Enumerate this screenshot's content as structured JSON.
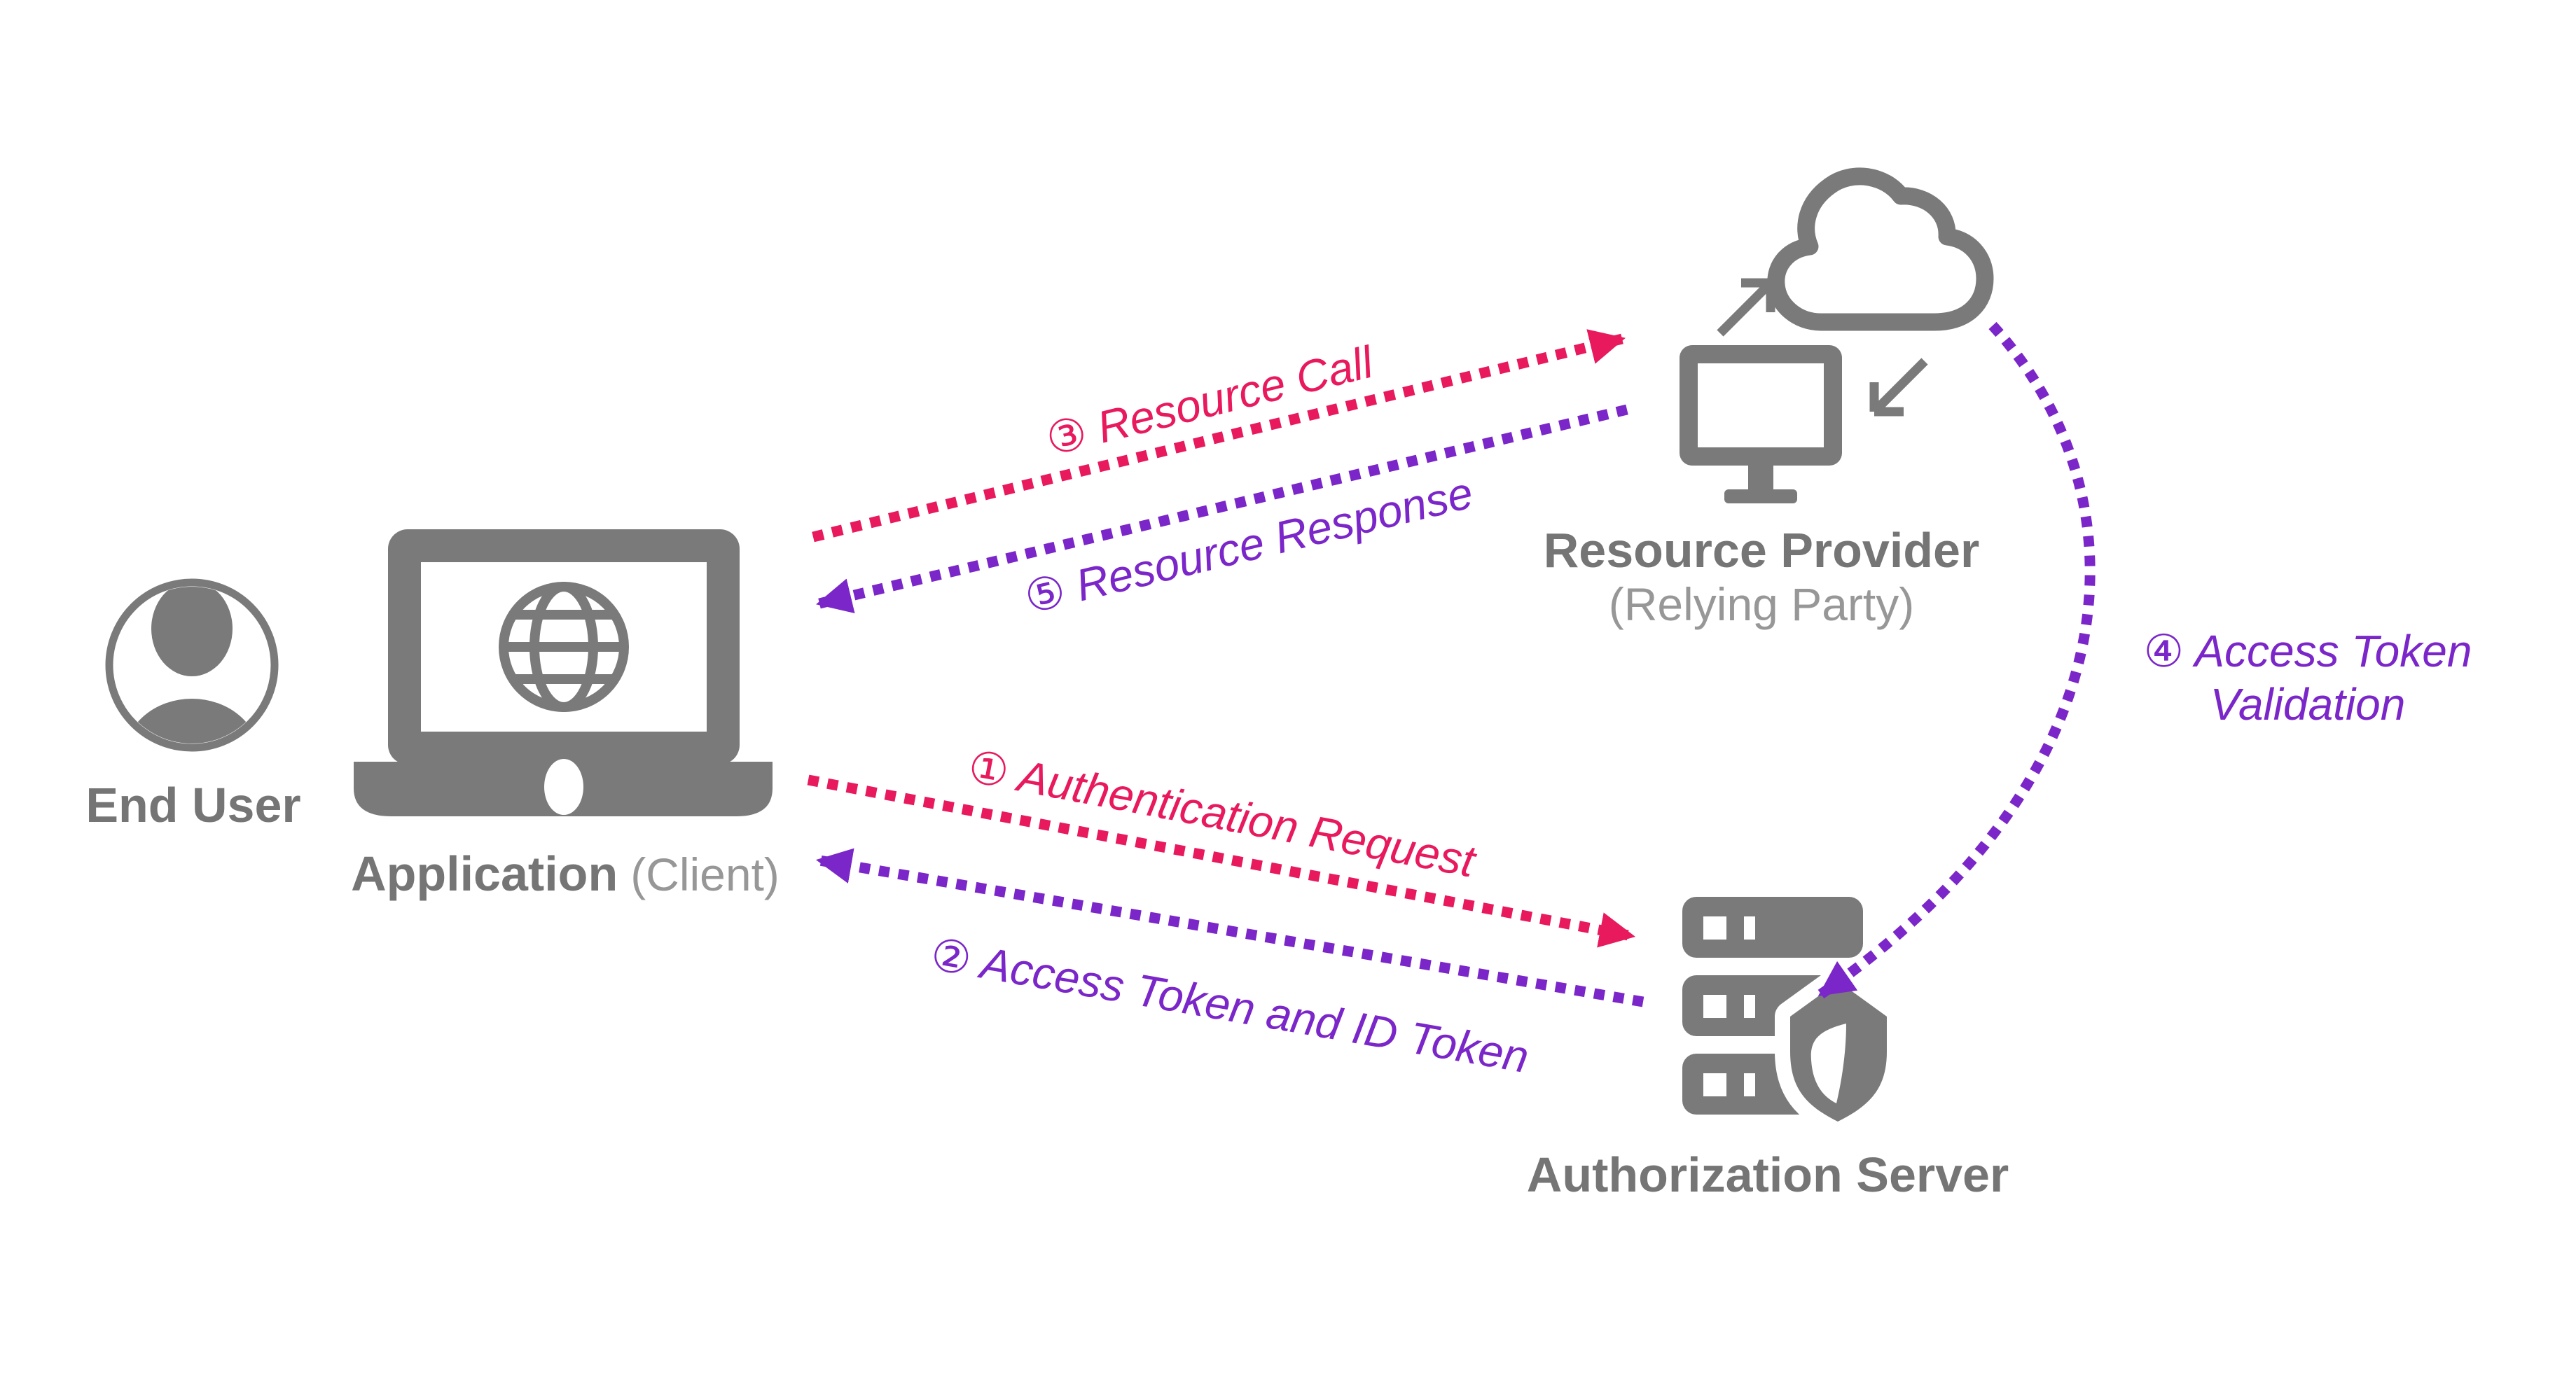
{
  "diagram": {
    "type": "flow-diagram",
    "subject": "OpenID Connect / OAuth authentication flow"
  },
  "colors": {
    "icon_gray": "#7a7a7a",
    "label_gray": "#757575",
    "label_light_gray": "#979797",
    "flow_red": "#e8195d",
    "flow_purple": "#7b26c9",
    "background": "#ffffff"
  },
  "nodes": {
    "end_user": {
      "label": "End User",
      "icon": "person-icon"
    },
    "application": {
      "label": "Application",
      "label_secondary": "(Client)",
      "icon": "laptop-globe-icon"
    },
    "resource_provider": {
      "label": "Resource Provider",
      "label_secondary": "(Relying Party)",
      "icon": "cloud-sync-monitor-icon"
    },
    "authorization_server": {
      "label": "Authorization Server",
      "icon": "server-shield-icon"
    }
  },
  "flows": {
    "authentication_request": {
      "step": "1",
      "label": "① Authentication Request",
      "from": "application",
      "to": "authorization_server",
      "color": "#e8195d",
      "style": "dotted"
    },
    "token_response": {
      "step": "2",
      "label": "② Access Token and ID Token",
      "from": "authorization_server",
      "to": "application",
      "color": "#7b26c9",
      "style": "dotted"
    },
    "resource_call": {
      "step": "3",
      "label": "③ Resource Call",
      "from": "application",
      "to": "resource_provider",
      "color": "#e8195d",
      "style": "dotted"
    },
    "access_token_validation": {
      "step": "4",
      "label_line1": "④ Access Token",
      "label_line2": "Validation",
      "from": "resource_provider",
      "to": "authorization_server",
      "color": "#7b26c9",
      "style": "dotted-curve"
    },
    "resource_response": {
      "step": "5",
      "label": "⑤ Resource Response",
      "from": "resource_provider",
      "to": "application",
      "color": "#7b26c9",
      "style": "dotted"
    }
  }
}
